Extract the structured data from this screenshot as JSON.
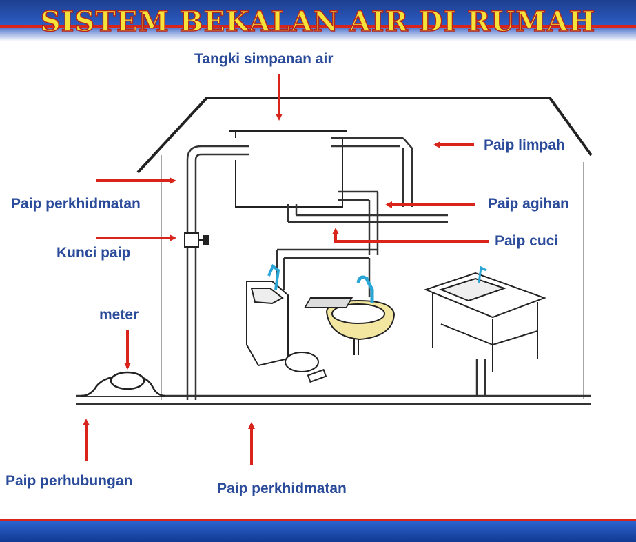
{
  "title": "SISTEM BEKALAN AIR DI RUMAH",
  "labels": {
    "tangki": "Tangki simpanan air",
    "paip_limpah": "Paip limpah",
    "paip_perkhidmatan_atas": "Paip perkhidmatan",
    "paip_agihan": "Paip agihan",
    "kunci_paip": "Kunci paip",
    "paip_cuci": "Paip cuci",
    "meter": "meter",
    "paip_perhubungan": "Paip perhubungan",
    "paip_perkhidmatan_bawah": "Paip perkhidmatan"
  },
  "colors": {
    "arrow": "#d9241b",
    "label": "#2a4a9a",
    "title_fill": "#f6e33a",
    "tap": "#2aa6d6",
    "basin": "#f3e6a0"
  }
}
